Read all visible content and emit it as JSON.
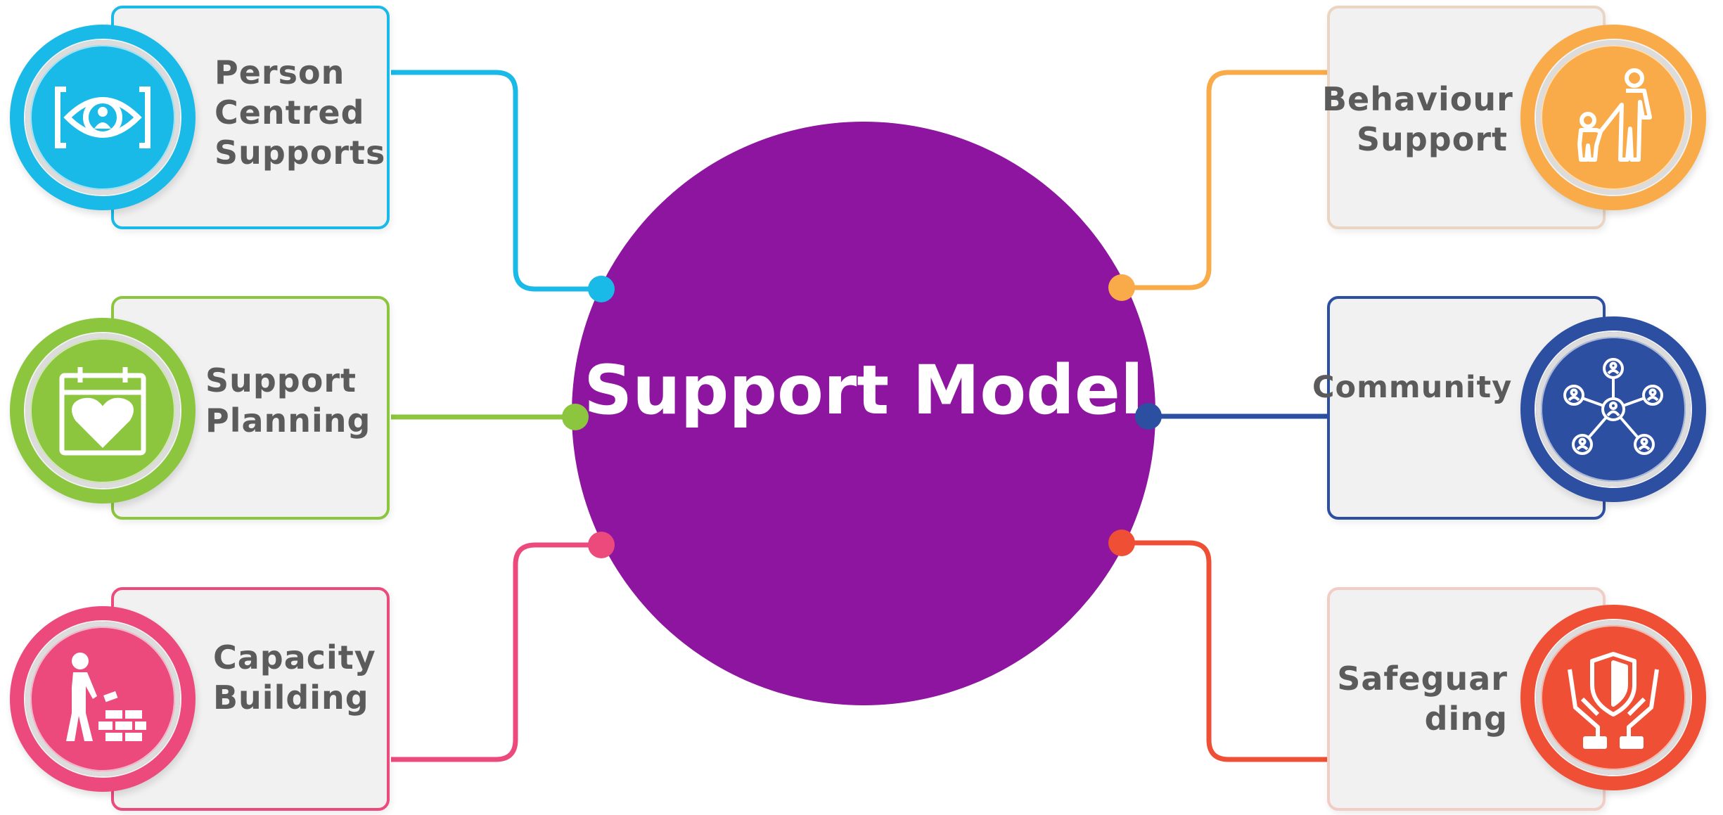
{
  "center": {
    "title": "Support Model",
    "color": "#8e159f"
  },
  "nodes": [
    {
      "id": "person-centred",
      "lines": [
        "Person",
        "Centred",
        "Supports"
      ],
      "color": "#19b9e8",
      "icon": "eye-person-icon"
    },
    {
      "id": "support-planning",
      "lines": [
        "Support",
        "Planning"
      ],
      "color": "#8cc63f",
      "icon": "calendar-heart-icon"
    },
    {
      "id": "capacity-building",
      "lines": [
        "Capacity",
        "Building"
      ],
      "color": "#ec4a7d",
      "icon": "person-building-bricks-icon"
    },
    {
      "id": "behaviour-support",
      "lines": [
        "Behaviour",
        "Support"
      ],
      "color": "#f9ab4a",
      "icon": "adult-helping-child-icon"
    },
    {
      "id": "community",
      "lines": [
        "Community"
      ],
      "color": "#2c4fa2",
      "icon": "network-people-icon"
    },
    {
      "id": "safeguarding",
      "lines": [
        "Safeguar",
        "ding"
      ],
      "color": "#ef4f35",
      "icon": "hands-shield-icon"
    }
  ]
}
